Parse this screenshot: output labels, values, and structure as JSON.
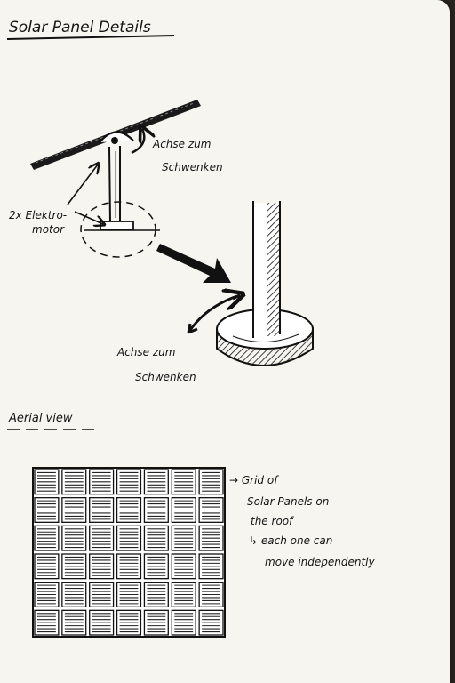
{
  "title": "Solar Panel Details",
  "labels": {
    "pivot_axis_top": [
      "Achse zum",
      "Schwenken"
    ],
    "motors": [
      "2x Elektro-",
      "motor"
    ],
    "rotation_axis": [
      "Achse zum",
      "Schwenken"
    ]
  },
  "aerial": {
    "heading": "Aerial view",
    "grid": {
      "rows": 6,
      "cols": 7
    },
    "notes": [
      "→ Grid of",
      "Solar Panels on",
      "the roof",
      "↳ each one can",
      "move independently"
    ]
  }
}
